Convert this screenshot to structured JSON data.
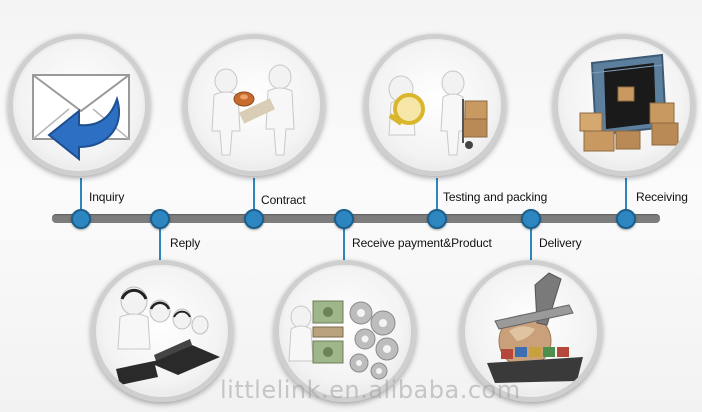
{
  "steps": [
    {
      "id": "inquiry",
      "label": "Inquiry",
      "icon": "envelope-reply-icon"
    },
    {
      "id": "reply",
      "label": "Reply",
      "icon": "call-center-icon"
    },
    {
      "id": "contract",
      "label": "Contract",
      "icon": "handshake-contract-icon"
    },
    {
      "id": "payment",
      "label": "Receive payment&Product",
      "icon": "money-gears-icon"
    },
    {
      "id": "testing",
      "label": "Testing and packing",
      "icon": "magnifier-boxes-icon"
    },
    {
      "id": "delivery",
      "label": "Delivery",
      "icon": "plane-ship-icon"
    },
    {
      "id": "receiving",
      "label": "Receiving",
      "icon": "container-boxes-icon"
    }
  ],
  "watermark": "littlelink.en.alibaba.com",
  "colors": {
    "axis": "#7d7d7d",
    "dot": "#2e86c1",
    "envelope_arrow": "#2d6fc2"
  }
}
